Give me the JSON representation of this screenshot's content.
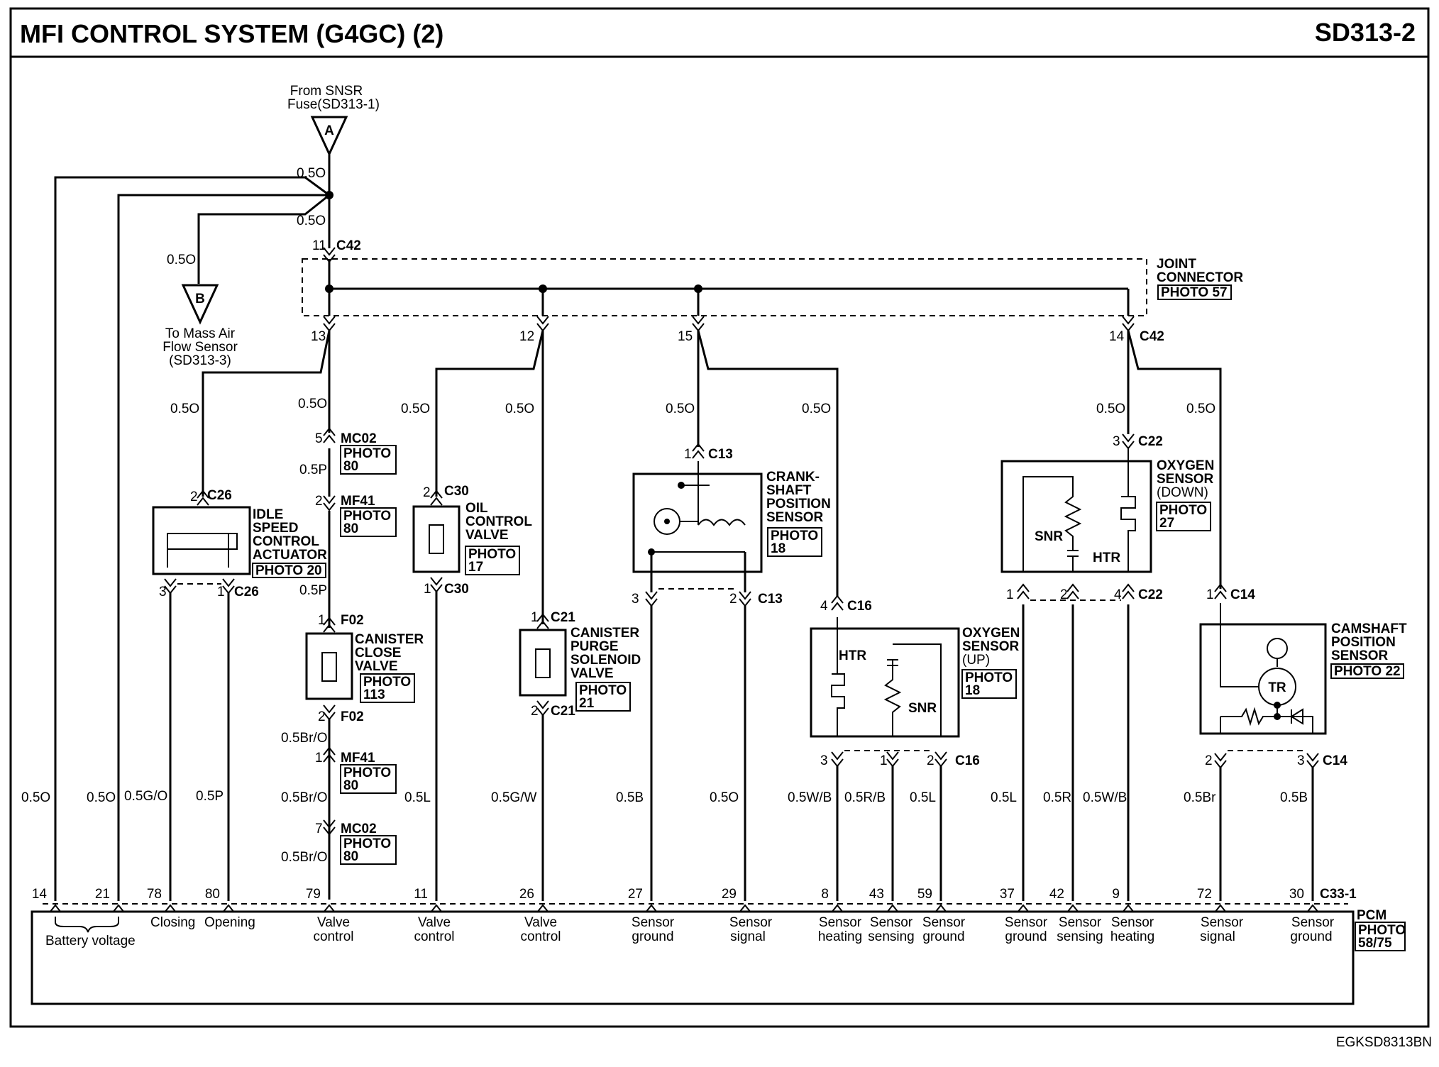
{
  "header": {
    "title": "MFI CONTROL SYSTEM (G4GC) (2)",
    "code": "SD313-2"
  },
  "footer_code": "EGKSD8313BN",
  "source": {
    "letter": "A",
    "line1": "From SNSR",
    "line2": "Fuse(SD313-1)"
  },
  "maf": {
    "letter": "B",
    "line1": "To Mass Air",
    "line2": "Flow Sensor",
    "line3": "(SD313-3)"
  },
  "joint": {
    "line1": "JOINT",
    "line2": "CONNECTOR",
    "photo": "PHOTO 57"
  },
  "connectors": {
    "c42_in": "C42",
    "c42_out": "C42",
    "c42_in_pin": "11",
    "pin13": "13",
    "pin12": "12",
    "pin15": "15",
    "pin14": "14"
  },
  "wires": {
    "top1": "0.5O",
    "top2": "0.5O",
    "maf": "0.5O",
    "isca_feed": "0.5O",
    "canister_feed": "0.5O",
    "oil_feed": "0.5O",
    "purge_feed": "0.5O",
    "crank_feed": "0.5O",
    "o2up_feed": "0.5O",
    "o2down_feed": "0.5O",
    "cam_feed": "0.5O",
    "canister_p1": "0.5P",
    "canister_p2": "0.5P",
    "canister_bo1": "0.5Br/O",
    "canister_bo2": "0.5Br/O",
    "canister_bo3": "0.5Br/O",
    "bat1": "0.5O",
    "bat2": "0.5O",
    "close": "0.5G/O",
    "open": "0.5P",
    "oil_out": "0.5L",
    "purge_out": "0.5G/W",
    "crank_gnd": "0.5B",
    "crank_sig": "0.5O",
    "o2up_heat": "0.5W/B",
    "o2up_sense": "0.5R/B",
    "o2up_gnd": "0.5L",
    "o2dn_gnd": "0.5L",
    "o2dn_sense": "0.5R",
    "o2dn_heat": "0.5W/B",
    "cam_sig": "0.5Br",
    "cam_gnd": "0.5B"
  },
  "isca": {
    "name_lines": [
      "IDLE",
      "SPEED",
      "CONTROL",
      "ACTUATOR"
    ],
    "photo": "PHOTO 20",
    "conn_top": "C26",
    "pin_top": "2",
    "conn_bot": "C26",
    "pin_bot1": "3",
    "pin_bot2": "1"
  },
  "mc02a": {
    "pin": "5",
    "conn": "MC02",
    "photo": [
      "PHOTO",
      "80"
    ]
  },
  "mf41a": {
    "pin": "2",
    "conn": "MF41",
    "photo": [
      "PHOTO",
      "80"
    ]
  },
  "canister": {
    "name_lines": [
      "CANISTER",
      "CLOSE",
      "VALVE"
    ],
    "photo": [
      "PHOTO",
      "113"
    ],
    "conn_top": "F02",
    "pin_top": "1",
    "conn_bot": "F02",
    "pin_bot": "2"
  },
  "mf41b": {
    "pin": "1",
    "conn": "MF41",
    "photo": [
      "PHOTO",
      "80"
    ]
  },
  "mc02b": {
    "pin": "7",
    "conn": "MC02",
    "photo": [
      "PHOTO",
      "80"
    ]
  },
  "oil": {
    "name_lines": [
      "OIL",
      "CONTROL",
      "VALVE"
    ],
    "photo": [
      "PHOTO",
      "17"
    ],
    "conn_top": "C30",
    "pin_top": "2",
    "conn_bot": "C30",
    "pin_bot": "1"
  },
  "purge": {
    "name_lines": [
      "CANISTER",
      "PURGE",
      "SOLENOID",
      "VALVE"
    ],
    "photo": [
      "PHOTO",
      "21"
    ],
    "conn_top": "C21",
    "pin_top": "1",
    "conn_bot": "C21",
    "pin_bot": "2"
  },
  "crank": {
    "name_lines": [
      "CRANK-",
      "SHAFT",
      "POSITION",
      "SENSOR"
    ],
    "photo": [
      "PHOTO",
      "18"
    ],
    "conn_top": "C13",
    "pin_top": "1",
    "conn_bot": "C13",
    "pin_bot1": "3",
    "pin_bot2": "2"
  },
  "o2up": {
    "name_lines": [
      "OXYGEN",
      "SENSOR"
    ],
    "sub": "(UP)",
    "photo": [
      "PHOTO",
      "18"
    ],
    "conn_top": "C16",
    "pin_top": "4",
    "conn_bot": "C16",
    "pin_b1": "3",
    "pin_b2": "1",
    "pin_b3": "2",
    "htr": "HTR",
    "snr": "SNR"
  },
  "o2down": {
    "name_lines": [
      "OXYGEN",
      "SENSOR"
    ],
    "sub": "(DOWN)",
    "photo": [
      "PHOTO",
      "27"
    ],
    "conn_top": "C22",
    "pin_top": "3",
    "conn_bot": "C22",
    "pin_b1": "1",
    "pin_b2": "2",
    "pin_b3": "4",
    "htr": "HTR",
    "snr": "SNR"
  },
  "cam": {
    "name_lines": [
      "CAMSHAFT",
      "POSITION",
      "SENSOR"
    ],
    "photo": "PHOTO 22",
    "conn_top": "C14",
    "pin_top": "1",
    "conn_bot": "C14",
    "pin_b1": "2",
    "pin_b2": "3",
    "tr": "TR"
  },
  "pcm": {
    "name": "PCM",
    "photo": [
      "PHOTO",
      "58/75"
    ],
    "conn": "C33-1",
    "pins": [
      "14",
      "21",
      "78",
      "80",
      "79",
      "11",
      "26",
      "27",
      "29",
      "8",
      "43",
      "59",
      "37",
      "42",
      "9",
      "72",
      "30"
    ],
    "battery_label": "Battery voltage",
    "labels": {
      "closing": "Closing",
      "opening": "Opening",
      "vc1": [
        "Valve",
        "control"
      ],
      "vc2": [
        "Valve",
        "control"
      ],
      "vc3": [
        "Valve",
        "control"
      ],
      "crank_gnd": [
        "Sensor",
        "ground"
      ],
      "crank_sig": [
        "Sensor",
        "signal"
      ],
      "up_heat": [
        "Sensor",
        "heating"
      ],
      "up_sense": [
        "Sensor",
        "sensing"
      ],
      "up_gnd": [
        "Sensor",
        "ground"
      ],
      "dn_gnd": [
        "Sensor",
        "ground"
      ],
      "dn_sense": [
        "Sensor",
        "sensing"
      ],
      "dn_heat": [
        "Sensor",
        "heating"
      ],
      "cam_sig": [
        "Sensor",
        "signal"
      ],
      "cam_gnd": [
        "Sensor",
        "ground"
      ]
    }
  }
}
